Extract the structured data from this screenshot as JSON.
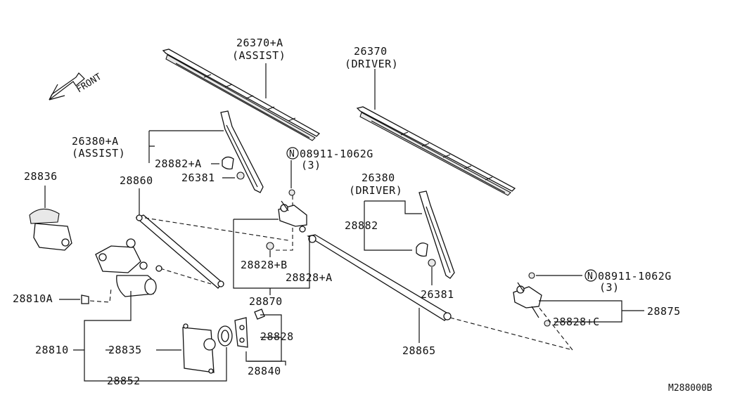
{
  "labels": {
    "front": "FRONT",
    "blade_assist_num": "26370+A",
    "blade_assist_tag": "(ASSIST)",
    "blade_driver_num": "26370",
    "blade_driver_tag": "(DRIVER)",
    "arm_assist_num": "26380+A",
    "arm_assist_tag": "(ASSIST)",
    "cap_assist": "28882+A",
    "nut_assist": "26381",
    "nut_spec_top": "08911-1062G",
    "nut_spec_top_qty": "(3)",
    "motor_cover": "28836",
    "link_left": "28860",
    "arm_driver_num": "26380",
    "arm_driver_tag": "(DRIVER)",
    "cap_driver": "28882",
    "bush_b": "28828+B",
    "bush_a": "28828+A",
    "nut_driver": "26381",
    "nut_spec_right": "08911-1062G",
    "nut_spec_right_qty": "(3)",
    "pivot_assy": "28875",
    "bush_c": "28828+C",
    "bolt": "28810A",
    "link_assy": "28870",
    "bush": "28828",
    "link_long": "28865",
    "motor": "28810",
    "bracket": "28835",
    "bracket_grommet": "28840",
    "seal": "28852",
    "diagram_code": "M288000B",
    "n_symbol": "N"
  }
}
